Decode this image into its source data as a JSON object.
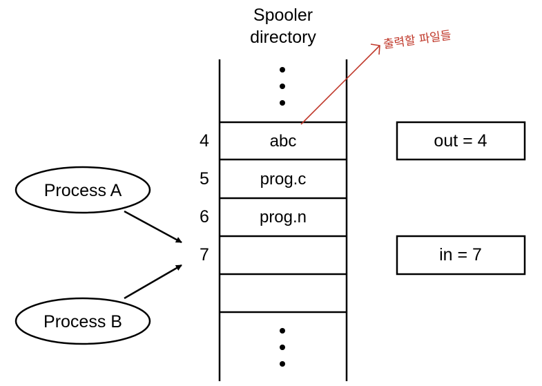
{
  "spooler_title": {
    "line1": "Spooler",
    "line2": "directory"
  },
  "slots": [
    {
      "index": "4",
      "content": "abc"
    },
    {
      "index": "5",
      "content": "prog.c"
    },
    {
      "index": "6",
      "content": "prog.n"
    },
    {
      "index": "7",
      "content": ""
    }
  ],
  "variables": {
    "out": "out = 4",
    "in": "in = 7"
  },
  "processes": {
    "a": "Process A",
    "b": "Process B"
  },
  "annotation": {
    "text": "출력할 파일들",
    "color": "#c0392b"
  }
}
